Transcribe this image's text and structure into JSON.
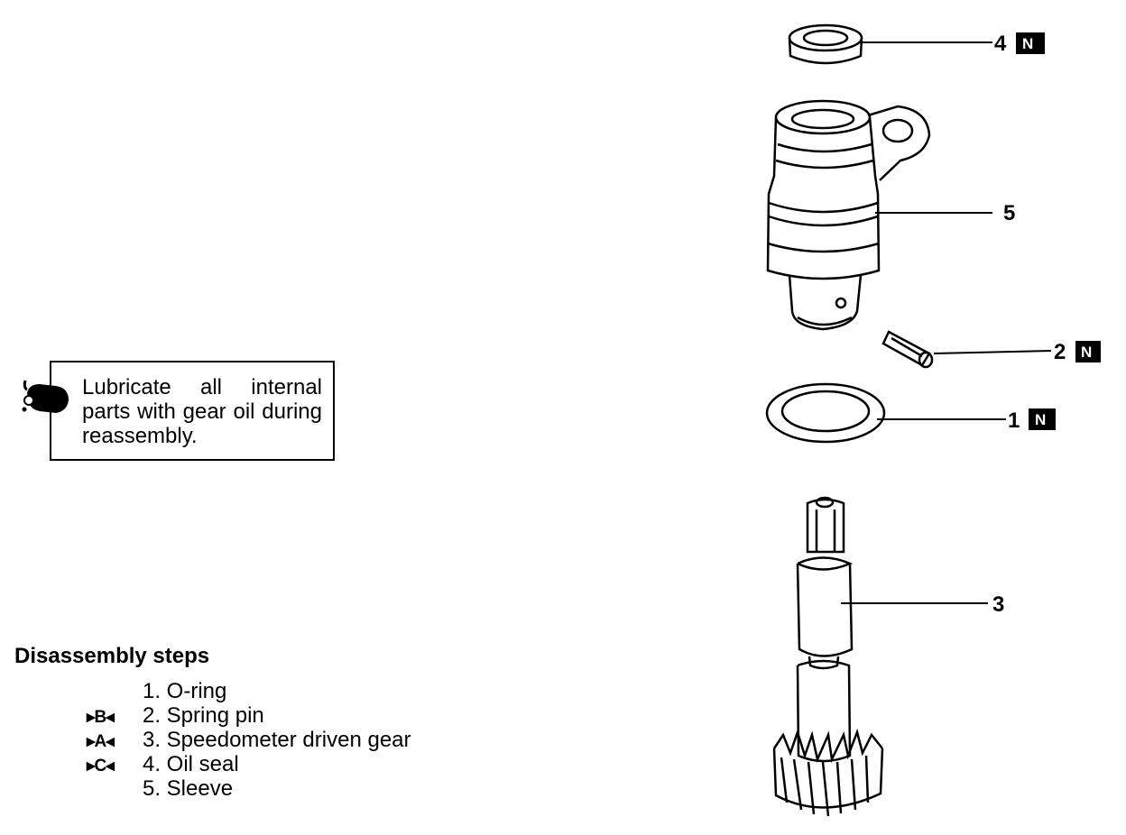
{
  "note": {
    "text": "Lubricate all internal parts with gear oil during reassembly."
  },
  "steps": {
    "title": "Disassembly steps",
    "items": [
      {
        "mark": "",
        "num": "1.",
        "label": "O-ring"
      },
      {
        "mark": "▸B◂",
        "num": "2.",
        "label": "Spring pin"
      },
      {
        "mark": "▸A◂",
        "num": "3.",
        "label": "Speedometer driven gear"
      },
      {
        "mark": "▸C◂",
        "num": "4.",
        "label": "Oil seal"
      },
      {
        "mark": "",
        "num": "5.",
        "label": "Sleeve"
      }
    ]
  },
  "callouts": {
    "c4": {
      "num": "4",
      "badge": "N"
    },
    "c5": {
      "num": "5"
    },
    "c2": {
      "num": "2",
      "badge": "N"
    },
    "c1": {
      "num": "1",
      "badge": "N"
    },
    "c3": {
      "num": "3"
    }
  }
}
